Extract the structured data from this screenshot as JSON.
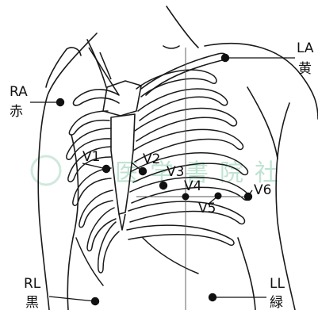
{
  "electrodes": {
    "ra": {
      "code": "RA",
      "kanji": "赤"
    },
    "la": {
      "code": "LA",
      "kanji": "黄"
    },
    "rl": {
      "code": "RL",
      "kanji": "黒"
    },
    "ll": {
      "code": "LL",
      "kanji": "緑"
    },
    "v1": "V1",
    "v2": "V2",
    "v3": "V3",
    "v4": "V4",
    "v5": "V5",
    "v6": "V6"
  },
  "watermark": "医学書院社",
  "colors": {
    "ink": "#111111",
    "watermark": "#bfe3d2"
  }
}
